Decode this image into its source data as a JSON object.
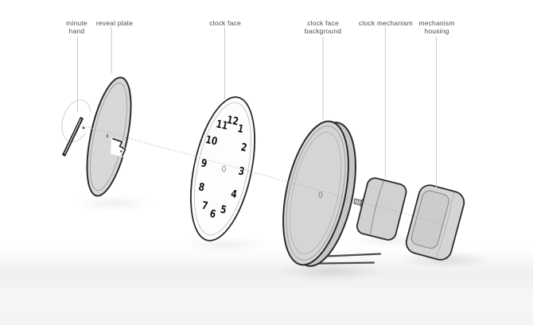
{
  "diagram": {
    "type": "exploded-view",
    "subject": "wall clock assembly",
    "labels": [
      {
        "id": "minute-hand",
        "text": "minute\nhand"
      },
      {
        "id": "reveal-plate",
        "text": "reveal plate"
      },
      {
        "id": "clock-face",
        "text": "clock face"
      },
      {
        "id": "clock-face-background",
        "text": "clock face\nbackground"
      },
      {
        "id": "clock-mechanism",
        "text": "clock mechanism"
      },
      {
        "id": "mechanism-housing",
        "text": "mechanism\nhousing"
      }
    ],
    "clock_face": {
      "numbers": [
        "12",
        "1",
        "2",
        "3",
        "4",
        "5",
        "6",
        "7",
        "8",
        "9",
        "10",
        "11"
      ]
    },
    "colors": {
      "part_fill": "#d5d6d7",
      "part_fill_dark": "#c6c7c8",
      "recess_fill": "#cbccce",
      "face_fill": "#fdfdfd",
      "outline": "#2b2b2b",
      "inner_line": "#a0a0a0",
      "leader_line": "#cacaca",
      "axis_line": "#a8a8a8",
      "label_text": "#4c4c4c",
      "wire": "#4d4d4d",
      "floor": "#f3f4f4"
    }
  }
}
